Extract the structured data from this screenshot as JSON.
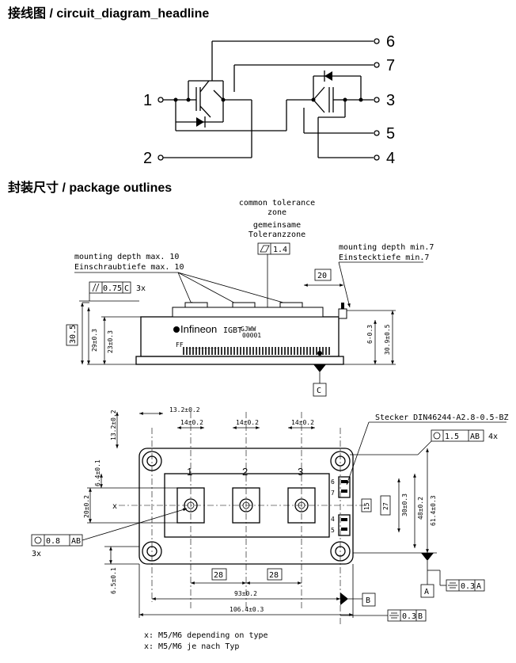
{
  "headings": {
    "circuit": "接线图 / circuit_diagram_headline",
    "package": "封装尺寸 / package outlines"
  },
  "circuit": {
    "pins": [
      "1",
      "2",
      "3",
      "4",
      "5",
      "6",
      "7"
    ]
  },
  "side_view": {
    "tol_1": "common tolerance",
    "tol_2": "zone",
    "tol_3": "gemeinsame",
    "tol_4": "Toleranzzone",
    "flatness": "1.4",
    "depth_max_1": "mounting depth max. 10",
    "depth_max_2": "Einschraubtiefe max. 10",
    "depth_min_1": "mounting depth min.7",
    "depth_min_2": "Einstecktiefe min.7",
    "dim_20": "20",
    "parallel_tol": "0.75",
    "parallel_ref": "C",
    "parallel_count": "3x",
    "dim_305": "30.5",
    "dim_29": "29±0.3",
    "dim_23": "23±0.3",
    "dim_6": "6-0.3",
    "dim_309": "30.9±0.5",
    "datum_c": "C",
    "label_brand": "Infineon",
    "label_igbt": "IGBT",
    "label_code": "GJWW",
    "label_code2": "00001",
    "label_ff": "FF ________"
  },
  "top_view": {
    "dim_132v": "13.2±0.2",
    "dim_132h": "13.2±0.2",
    "dim_14a": "14±0.2",
    "dim_14b": "14±0.2",
    "dim_14c": "14±0.2",
    "stecker": "Stecker DIN46244-A2.8-0.5-BZ",
    "pos_tol": "1.5",
    "pos_ref": "AB",
    "pos_count": "4x",
    "term_1": "1",
    "term_2": "2",
    "term_3": "3",
    "pin_6": "6",
    "pin_7": "7",
    "pin_4": "4",
    "pin_5": "5",
    "dim_64": "6.4±0.1",
    "dim_20": "20±0.2",
    "dim_x": "x",
    "dim_15": "15",
    "dim_27": "27",
    "dim_30": "30±0.3",
    "dim_48": "48±0.2",
    "dim_614": "61.4±0.3",
    "pos_tol2": "0.8",
    "pos_ref2": "AB",
    "pos_count2": "3x",
    "dim_65": "6.5±0.1",
    "dim_28a": "28",
    "dim_28b": "28",
    "dim_93": "93±0.2",
    "dim_1064": "106.4±0.3",
    "datum_a": "A",
    "datum_b": "B",
    "sym_tol_a": "0.3",
    "sym_ref_a": "A",
    "sym_tol_b": "0.3",
    "sym_ref_b": "B",
    "note_1": "x: M5/M6 depending on type",
    "note_2": "x: M5/M6 je nach Typ"
  }
}
